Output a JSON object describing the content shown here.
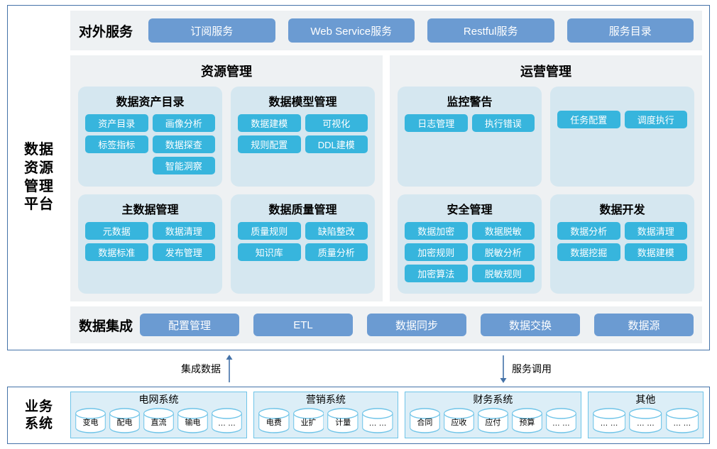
{
  "platform": {
    "side_label_lines": [
      "数据",
      "资源",
      "管理",
      "平台"
    ],
    "external_services": {
      "title": "对外服务",
      "items": [
        {
          "label": "订阅服务"
        },
        {
          "label": "Web Service服务"
        },
        {
          "label": "Restful服务"
        },
        {
          "label": "服务目录"
        }
      ]
    },
    "panels": [
      {
        "title": "资源管理",
        "cards": [
          {
            "title": "数据资产目录",
            "chips": [
              "资产目录",
              "画像分析",
              "标签指标",
              "数据探查",
              "智能洞察"
            ]
          },
          {
            "title": "数据模型管理",
            "chips": [
              "数据建模",
              "可视化",
              "规则配置",
              "DDL建模"
            ]
          },
          {
            "title": "主数据管理",
            "chips": [
              "元数据",
              "数据清理",
              "数据标准",
              "发布管理"
            ]
          },
          {
            "title": "数据质量管理",
            "chips": [
              "质量规则",
              "缺陷整改",
              "知识库",
              "质量分析"
            ]
          }
        ]
      },
      {
        "title": "运营管理",
        "cards": [
          {
            "title": "监控警告",
            "chips": [
              "日志管理",
              "执行错误"
            ]
          },
          {
            "title": "",
            "chips": [
              "任务配置",
              "调度执行"
            ]
          },
          {
            "title": "安全管理",
            "chips": [
              "数据加密",
              "数据脱敏",
              "加密规则",
              "脱敏分析",
              "加密算法",
              "脱敏规则"
            ]
          },
          {
            "title": "数据开发",
            "chips": [
              "数据分析",
              "数据清理",
              "数据挖掘",
              "数据建模"
            ]
          }
        ]
      }
    ],
    "integration": {
      "title": "数据集成",
      "items": [
        {
          "label": "配置管理"
        },
        {
          "label": "ETL"
        },
        {
          "label": "数据同步"
        },
        {
          "label": "数据交换"
        },
        {
          "label": "数据源"
        }
      ]
    }
  },
  "connectors": [
    {
      "label": "集成数据",
      "direction": "up",
      "label_side": "left"
    },
    {
      "label": "服务调用",
      "direction": "down",
      "label_side": "right"
    }
  ],
  "business": {
    "side_label_lines": [
      "业务",
      "系统"
    ],
    "systems": [
      {
        "title": "电网系统",
        "nodes": [
          "变电",
          "配电",
          "直流",
          "输电",
          "… …"
        ]
      },
      {
        "title": "营销系统",
        "nodes": [
          "电费",
          "业扩",
          "计量",
          "… …"
        ]
      },
      {
        "title": "财务系统",
        "nodes": [
          "合同",
          "应收",
          "应付",
          "预算",
          "… …"
        ]
      },
      {
        "title": "其他",
        "nodes": [
          "… …",
          "… …",
          "… …"
        ]
      }
    ]
  },
  "colors": {
    "frame_border": "#4472a8",
    "band_bg": "#eef1f3",
    "card_bg": "#d5e7f0",
    "pill_blue": "#6b9bd2",
    "chip_cyan": "#37b5dd",
    "sys_border": "#6fc4e8",
    "sys_bg": "#dceef7",
    "arrow": "#4472a8"
  }
}
